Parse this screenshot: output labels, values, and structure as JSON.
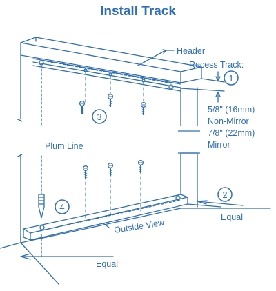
{
  "title": "Install Track",
  "colors": {
    "ink": "#2f6fb3",
    "background": "#ffffff"
  },
  "labels": {
    "header": "Header",
    "recess_track": "Recess Track:",
    "dim_line1": "5/8\" (16mm)",
    "dim_line2": "Non-Mirror",
    "dim_line3": "7/8\" (22mm)",
    "dim_line4": "Mirror",
    "plum_line": "Plum Line",
    "outside_view": "Outside View",
    "equal_right": "Equal",
    "equal_bottom": "Equal"
  },
  "steps": [
    "1",
    "2",
    "3",
    "4"
  ],
  "icons": [
    "screw-icon",
    "plumb-bob-icon"
  ]
}
